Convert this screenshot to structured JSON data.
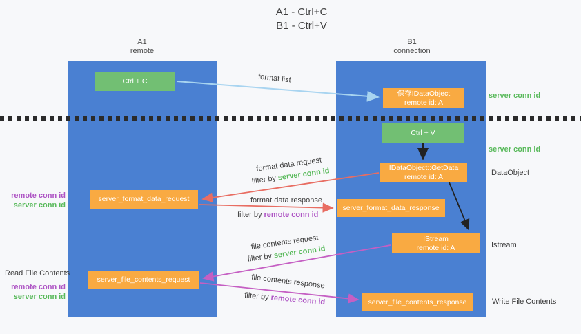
{
  "title": {
    "line1": "A1 - Ctrl+C",
    "line2": "B1 - Ctrl+V"
  },
  "columns": {
    "left": {
      "name": "A1",
      "role": "remote"
    },
    "right": {
      "name": "B1",
      "role": "connection"
    }
  },
  "nodes": {
    "ctrl_c": {
      "label": "Ctrl + C"
    },
    "ctrl_v": {
      "label": "Ctrl + V"
    },
    "save_idataobject": {
      "line1": "保存IDataObject",
      "line2": "remote id: A"
    },
    "getdata": {
      "line1": "IDataObject::GetData",
      "line2": "remote id: A"
    },
    "istream": {
      "line1": "IStream",
      "line2": "remote id: A"
    },
    "format_request": {
      "label": "server_format_data_request"
    },
    "format_response": {
      "label": "server_format_data_response"
    },
    "file_request": {
      "label": "server_file_contents_request"
    },
    "file_response": {
      "label": "server_file_contents_response"
    }
  },
  "side_labels": {
    "server_conn_id_top": "server conn id",
    "server_conn_id_mid": "server conn id",
    "dataobject": "DataObject",
    "istream": "Istream",
    "write_file_contents": "Write File Contents",
    "read_file_contents": "Read File Contents",
    "group1": {
      "remote": "remote conn id",
      "server": "server conn id"
    },
    "group2": {
      "remote": "remote conn id",
      "server": "server conn id"
    }
  },
  "arrow_labels": {
    "format_list": "format list",
    "format_data_request": "format data request",
    "format_data_response": "format data response",
    "file_contents_request": "file contents request",
    "file_contents_response": "file contents response",
    "filter_by": "filter by ",
    "server_conn_id": "server conn id",
    "remote_conn_id": "remote conn id"
  },
  "colors": {
    "lifeline_blue": "#4a80d2",
    "event_green": "#72bf73",
    "message_orange": "#f9aa42",
    "arrow_light_blue": "#a8d4f0",
    "arrow_red": "#e86d62",
    "arrow_magenta": "#c55fc3",
    "arrow_black": "#222222",
    "text_green": "#58b95a",
    "text_purple": "#ae54c4",
    "text_dark": "#3d3d3d"
  }
}
